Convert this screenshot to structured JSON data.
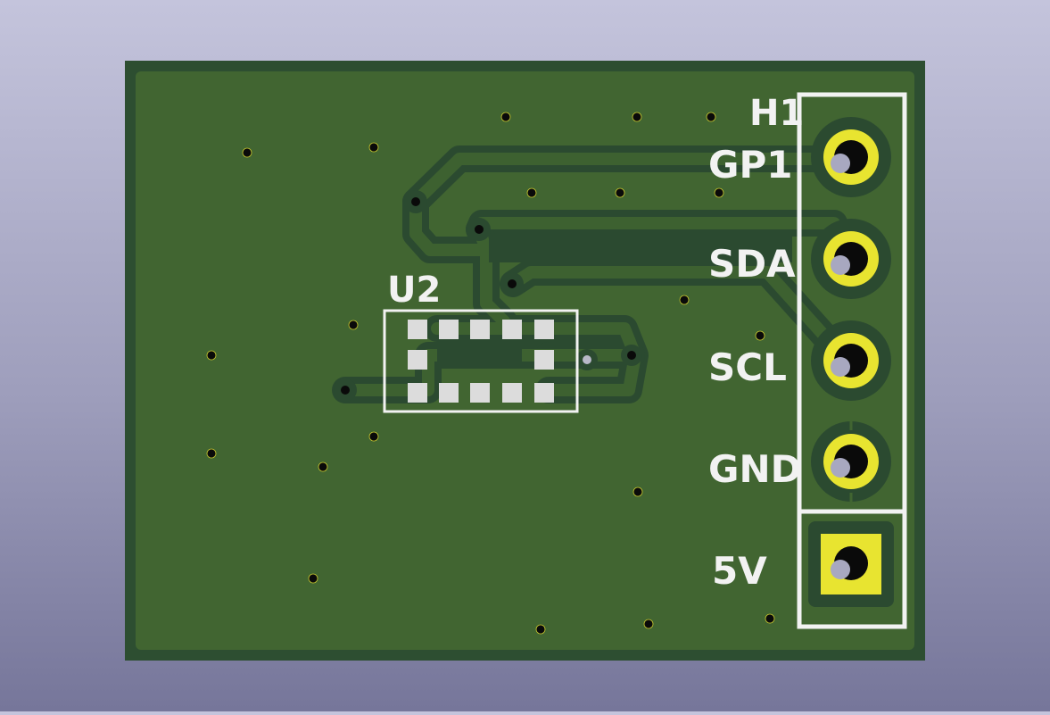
{
  "board": {
    "colors": {
      "substrate": "#2d4e31",
      "copper_fill": "#416531",
      "trace": "#3d6130",
      "clearance": "#2b4a30",
      "silkscreen": "#f2f2f2",
      "pad_ring": "#e8e430",
      "smd_pad": "#dcdcdc",
      "via": "#0a0a0a"
    },
    "header": {
      "reference": "H1",
      "pins": [
        {
          "label": "GP1",
          "shape": "round"
        },
        {
          "label": "SDA",
          "shape": "round"
        },
        {
          "label": "SCL",
          "shape": "round"
        },
        {
          "label": "GND",
          "shape": "round"
        },
        {
          "label": "5V",
          "shape": "square"
        }
      ]
    },
    "ic": {
      "reference": "U2",
      "pad_count": 12
    }
  }
}
